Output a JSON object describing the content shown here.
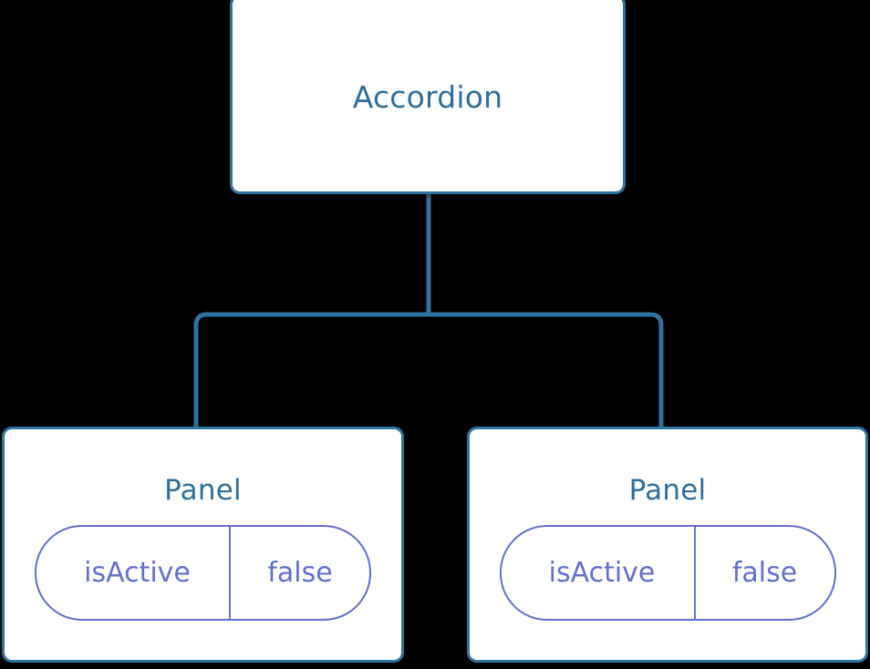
{
  "diagram": {
    "kind": "component-tree",
    "background_color": "#000000",
    "node_border_color": "#2e74a0",
    "node_fill_color": "#ffffff",
    "node_title_color": "#2e6f9e",
    "edge_color": "#2e74a0",
    "pill_color": "#6270d0",
    "root": {
      "label": "Accordion"
    },
    "children": [
      {
        "label": "Panel",
        "state": {
          "key": "isActive",
          "value": "false"
        }
      },
      {
        "label": "Panel",
        "state": {
          "key": "isActive",
          "value": "false"
        }
      }
    ]
  }
}
